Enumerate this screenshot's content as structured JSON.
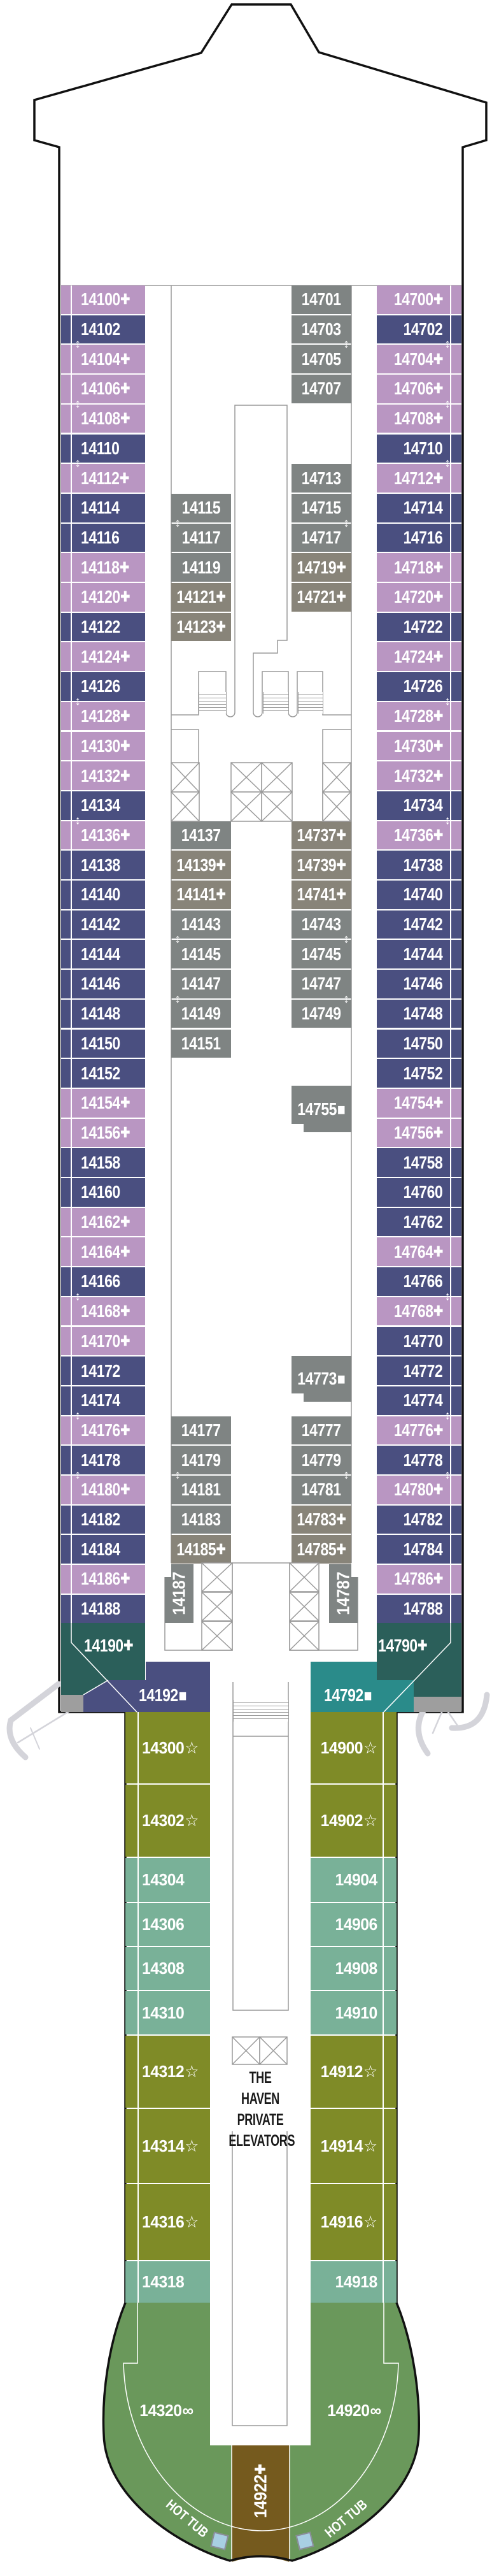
{
  "colors": {
    "purple": "#B996C2",
    "navy": "#4A4F80",
    "gray": "#7F8483",
    "tan": "#888479",
    "darkgreen": "#2B5F5A",
    "teal": "#2A8B8A",
    "olive": "#7F8B27",
    "seafoam": "#79B198",
    "sterngreen": "#6A985B",
    "brown": "#755A1E",
    "hull": "#111111",
    "lines": "#9A9A9A"
  },
  "port_cabins": [
    {
      "number": "14100",
      "mark": "+",
      "color": "purple"
    },
    {
      "number": "14102",
      "mark": "",
      "color": "navy"
    },
    {
      "number": "14104",
      "mark": "+",
      "color": "purple"
    },
    {
      "number": "14106",
      "mark": "+",
      "color": "purple"
    },
    {
      "number": "14108",
      "mark": "+",
      "color": "purple"
    },
    {
      "number": "14110",
      "mark": "",
      "color": "navy"
    },
    {
      "number": "14112",
      "mark": "+",
      "color": "purple"
    },
    {
      "number": "14114",
      "mark": "",
      "color": "navy"
    },
    {
      "number": "14116",
      "mark": "",
      "color": "navy"
    },
    {
      "number": "14118",
      "mark": "+",
      "color": "purple"
    },
    {
      "number": "14120",
      "mark": "+",
      "color": "purple"
    },
    {
      "number": "14122",
      "mark": "",
      "color": "navy"
    },
    {
      "number": "14124",
      "mark": "+",
      "color": "purple"
    },
    {
      "number": "14126",
      "mark": "",
      "color": "navy"
    },
    {
      "number": "14128",
      "mark": "+",
      "color": "purple"
    },
    {
      "number": "14130",
      "mark": "+",
      "color": "purple"
    },
    {
      "number": "14132",
      "mark": "+",
      "color": "purple"
    },
    {
      "number": "14134",
      "mark": "",
      "color": "navy"
    },
    {
      "number": "14136",
      "mark": "+",
      "color": "purple"
    },
    {
      "number": "14138",
      "mark": "",
      "color": "navy"
    },
    {
      "number": "14140",
      "mark": "",
      "color": "navy"
    },
    {
      "number": "14142",
      "mark": "",
      "color": "navy"
    },
    {
      "number": "14144",
      "mark": "",
      "color": "navy"
    },
    {
      "number": "14146",
      "mark": "",
      "color": "navy"
    },
    {
      "number": "14148",
      "mark": "",
      "color": "navy"
    },
    {
      "number": "14150",
      "mark": "",
      "color": "navy"
    },
    {
      "number": "14152",
      "mark": "",
      "color": "navy"
    },
    {
      "number": "14154",
      "mark": "+",
      "color": "purple"
    },
    {
      "number": "14156",
      "mark": "+",
      "color": "purple"
    },
    {
      "number": "14158",
      "mark": "",
      "color": "navy"
    },
    {
      "number": "14160",
      "mark": "",
      "color": "navy"
    },
    {
      "number": "14162",
      "mark": "+",
      "color": "purple"
    },
    {
      "number": "14164",
      "mark": "+",
      "color": "purple"
    },
    {
      "number": "14166",
      "mark": "",
      "color": "navy"
    },
    {
      "number": "14168",
      "mark": "+",
      "color": "purple"
    },
    {
      "number": "14170",
      "mark": "+",
      "color": "purple"
    },
    {
      "number": "14172",
      "mark": "",
      "color": "navy"
    },
    {
      "number": "14174",
      "mark": "",
      "color": "navy"
    },
    {
      "number": "14176",
      "mark": "+",
      "color": "purple"
    },
    {
      "number": "14178",
      "mark": "",
      "color": "navy"
    },
    {
      "number": "14180",
      "mark": "+",
      "color": "purple"
    },
    {
      "number": "14182",
      "mark": "",
      "color": "navy"
    },
    {
      "number": "14184",
      "mark": "",
      "color": "navy"
    },
    {
      "number": "14186",
      "mark": "+",
      "color": "purple"
    },
    {
      "number": "14188",
      "mark": "",
      "color": "navy"
    }
  ],
  "starboard_cabins": [
    {
      "number": "14700",
      "mark": "+",
      "color": "purple"
    },
    {
      "number": "14702",
      "mark": "",
      "color": "navy"
    },
    {
      "number": "14704",
      "mark": "+",
      "color": "purple"
    },
    {
      "number": "14706",
      "mark": "+",
      "color": "purple"
    },
    {
      "number": "14708",
      "mark": "+",
      "color": "purple"
    },
    {
      "number": "14710",
      "mark": "",
      "color": "navy"
    },
    {
      "number": "14712",
      "mark": "+",
      "color": "purple"
    },
    {
      "number": "14714",
      "mark": "",
      "color": "navy"
    },
    {
      "number": "14716",
      "mark": "",
      "color": "navy"
    },
    {
      "number": "14718",
      "mark": "+",
      "color": "purple"
    },
    {
      "number": "14720",
      "mark": "+",
      "color": "purple"
    },
    {
      "number": "14722",
      "mark": "",
      "color": "navy"
    },
    {
      "number": "14724",
      "mark": "+",
      "color": "purple"
    },
    {
      "number": "14726",
      "mark": "",
      "color": "navy"
    },
    {
      "number": "14728",
      "mark": "+",
      "color": "purple"
    },
    {
      "number": "14730",
      "mark": "+",
      "color": "purple"
    },
    {
      "number": "14732",
      "mark": "+",
      "color": "purple"
    },
    {
      "number": "14734",
      "mark": "",
      "color": "navy"
    },
    {
      "number": "14736",
      "mark": "+",
      "color": "purple"
    },
    {
      "number": "14738",
      "mark": "",
      "color": "navy"
    },
    {
      "number": "14740",
      "mark": "",
      "color": "navy"
    },
    {
      "number": "14742",
      "mark": "",
      "color": "navy"
    },
    {
      "number": "14744",
      "mark": "",
      "color": "navy"
    },
    {
      "number": "14746",
      "mark": "",
      "color": "navy"
    },
    {
      "number": "14748",
      "mark": "",
      "color": "navy"
    },
    {
      "number": "14750",
      "mark": "",
      "color": "navy"
    },
    {
      "number": "14752",
      "mark": "",
      "color": "navy"
    },
    {
      "number": "14754",
      "mark": "+",
      "color": "purple"
    },
    {
      "number": "14756",
      "mark": "+",
      "color": "purple"
    },
    {
      "number": "14758",
      "mark": "",
      "color": "navy"
    },
    {
      "number": "14760",
      "mark": "",
      "color": "navy"
    },
    {
      "number": "14762",
      "mark": "",
      "color": "navy"
    },
    {
      "number": "14764",
      "mark": "+",
      "color": "purple"
    },
    {
      "number": "14766",
      "mark": "",
      "color": "navy"
    },
    {
      "number": "14768",
      "mark": "+",
      "color": "purple"
    },
    {
      "number": "14770",
      "mark": "",
      "color": "navy"
    },
    {
      "number": "14772",
      "mark": "",
      "color": "navy"
    },
    {
      "number": "14774",
      "mark": "",
      "color": "navy"
    },
    {
      "number": "14776",
      "mark": "+",
      "color": "purple"
    },
    {
      "number": "14778",
      "mark": "",
      "color": "navy"
    },
    {
      "number": "14780",
      "mark": "+",
      "color": "purple"
    },
    {
      "number": "14782",
      "mark": "",
      "color": "navy"
    },
    {
      "number": "14784",
      "mark": "",
      "color": "navy"
    },
    {
      "number": "14786",
      "mark": "+",
      "color": "purple"
    },
    {
      "number": "14788",
      "mark": "",
      "color": "navy"
    }
  ],
  "port_inner_cabins": [
    {
      "number": "14115",
      "mark": "",
      "color": "gray"
    },
    {
      "number": "14117",
      "mark": "",
      "color": "gray"
    },
    {
      "number": "14119",
      "mark": "",
      "color": "gray"
    },
    {
      "number": "14121",
      "mark": "+",
      "color": "tan"
    },
    {
      "number": "14123",
      "mark": "+",
      "color": "tan"
    },
    {
      "number": "14137",
      "mark": "",
      "color": "gray"
    },
    {
      "number": "14139",
      "mark": "+",
      "color": "tan"
    },
    {
      "number": "14141",
      "mark": "+",
      "color": "tan"
    },
    {
      "number": "14143",
      "mark": "",
      "color": "gray"
    },
    {
      "number": "14145",
      "mark": "",
      "color": "gray"
    },
    {
      "number": "14147",
      "mark": "",
      "color": "gray"
    },
    {
      "number": "14149",
      "mark": "",
      "color": "gray"
    },
    {
      "number": "14151",
      "mark": "",
      "color": "gray"
    },
    {
      "number": "14177",
      "mark": "",
      "color": "gray"
    },
    {
      "number": "14179",
      "mark": "",
      "color": "gray"
    },
    {
      "number": "14181",
      "mark": "",
      "color": "gray"
    },
    {
      "number": "14183",
      "mark": "",
      "color": "gray"
    },
    {
      "number": "14185",
      "mark": "+",
      "color": "tan"
    },
    {
      "number": "14187",
      "mark": "",
      "color": "gray"
    }
  ],
  "starboard_inner_cabins": [
    {
      "number": "14701",
      "mark": "",
      "color": "gray"
    },
    {
      "number": "14703",
      "mark": "",
      "color": "gray"
    },
    {
      "number": "14705",
      "mark": "",
      "color": "gray"
    },
    {
      "number": "14707",
      "mark": "",
      "color": "gray"
    },
    {
      "number": "14713",
      "mark": "",
      "color": "gray"
    },
    {
      "number": "14715",
      "mark": "",
      "color": "gray"
    },
    {
      "number": "14717",
      "mark": "",
      "color": "gray"
    },
    {
      "number": "14719",
      "mark": "+",
      "color": "tan"
    },
    {
      "number": "14721",
      "mark": "+",
      "color": "tan"
    },
    {
      "number": "14737",
      "mark": "+",
      "color": "tan"
    },
    {
      "number": "14739",
      "mark": "+",
      "color": "tan"
    },
    {
      "number": "14741",
      "mark": "+",
      "color": "tan"
    },
    {
      "number": "14743",
      "mark": "",
      "color": "gray"
    },
    {
      "number": "14745",
      "mark": "",
      "color": "gray"
    },
    {
      "number": "14747",
      "mark": "",
      "color": "gray"
    },
    {
      "number": "14749",
      "mark": "",
      "color": "gray"
    },
    {
      "number": "14755",
      "mark": "■",
      "color": "gray"
    },
    {
      "number": "14773",
      "mark": "■",
      "color": "gray"
    },
    {
      "number": "14777",
      "mark": "",
      "color": "gray"
    },
    {
      "number": "14779",
      "mark": "",
      "color": "gray"
    },
    {
      "number": "14781",
      "mark": "",
      "color": "gray"
    },
    {
      "number": "14783",
      "mark": "+",
      "color": "tan"
    },
    {
      "number": "14785",
      "mark": "+",
      "color": "tan"
    },
    {
      "number": "14787",
      "mark": "",
      "color": "gray"
    }
  ],
  "forward_corner_cabins": [
    {
      "number": "14190",
      "mark": "+",
      "color": "darkgreen"
    },
    {
      "number": "14192",
      "mark": "■",
      "color": "navy"
    },
    {
      "number": "14792",
      "mark": "■",
      "color": "teal"
    },
    {
      "number": "14790",
      "mark": "+",
      "color": "darkgreen"
    }
  ],
  "haven_port_cabins": [
    {
      "number": "14300",
      "mark": "☆",
      "color": "olive"
    },
    {
      "number": "14302",
      "mark": "☆",
      "color": "olive"
    },
    {
      "number": "14304",
      "mark": "",
      "color": "seafoam"
    },
    {
      "number": "14306",
      "mark": "",
      "color": "seafoam"
    },
    {
      "number": "14308",
      "mark": "",
      "color": "seafoam"
    },
    {
      "number": "14310",
      "mark": "",
      "color": "seafoam"
    },
    {
      "number": "14312",
      "mark": "☆",
      "color": "olive"
    },
    {
      "number": "14314",
      "mark": "☆",
      "color": "olive"
    },
    {
      "number": "14316",
      "mark": "☆",
      "color": "olive"
    },
    {
      "number": "14318",
      "mark": "",
      "color": "seafoam"
    }
  ],
  "haven_starboard_cabins": [
    {
      "number": "14900",
      "mark": "☆",
      "color": "olive"
    },
    {
      "number": "14902",
      "mark": "☆",
      "color": "olive"
    },
    {
      "number": "14904",
      "mark": "",
      "color": "seafoam"
    },
    {
      "number": "14906",
      "mark": "",
      "color": "seafoam"
    },
    {
      "number": "14908",
      "mark": "",
      "color": "seafoam"
    },
    {
      "number": "14910",
      "mark": "",
      "color": "seafoam"
    },
    {
      "number": "14912",
      "mark": "☆",
      "color": "olive"
    },
    {
      "number": "14914",
      "mark": "☆",
      "color": "olive"
    },
    {
      "number": "14916",
      "mark": "☆",
      "color": "olive"
    },
    {
      "number": "14918",
      "mark": "",
      "color": "seafoam"
    }
  ],
  "stern_cabins": [
    {
      "number": "14320",
      "mark": "∞",
      "color": "sterngreen"
    },
    {
      "number": "14920",
      "mark": "∞",
      "color": "sterngreen"
    },
    {
      "number": "14922",
      "mark": "+",
      "color": "brown"
    }
  ],
  "labels": {
    "haven_elevators": [
      "THE HAVEN",
      "PRIVATE",
      "ELEVATORS"
    ],
    "hot_tub_port": "HOT TUB",
    "hot_tub_starboard": "HOT TUB"
  },
  "connecting_doors": [
    [
      "14102",
      "14104"
    ],
    [
      "14106",
      "14108"
    ],
    [
      "14110",
      "14112"
    ],
    [
      "14126",
      "14128"
    ],
    [
      "14134",
      "14136"
    ],
    [
      "14166",
      "14168"
    ],
    [
      "14174",
      "14176"
    ],
    [
      "14178",
      "14180"
    ],
    [
      "14702",
      "14704"
    ],
    [
      "14706",
      "14708"
    ],
    [
      "14710",
      "14712"
    ],
    [
      "14726",
      "14728"
    ],
    [
      "14734",
      "14736"
    ],
    [
      "14766",
      "14768"
    ],
    [
      "14774",
      "14776"
    ],
    [
      "14778",
      "14780"
    ],
    [
      "14115",
      "14117"
    ],
    [
      "14143",
      "14145"
    ],
    [
      "14147",
      "14149"
    ],
    [
      "14179",
      "14181"
    ],
    [
      "14703",
      "14705"
    ],
    [
      "14715",
      "14717"
    ],
    [
      "14743",
      "14745"
    ],
    [
      "14747",
      "14749"
    ],
    [
      "14779",
      "14781"
    ]
  ]
}
